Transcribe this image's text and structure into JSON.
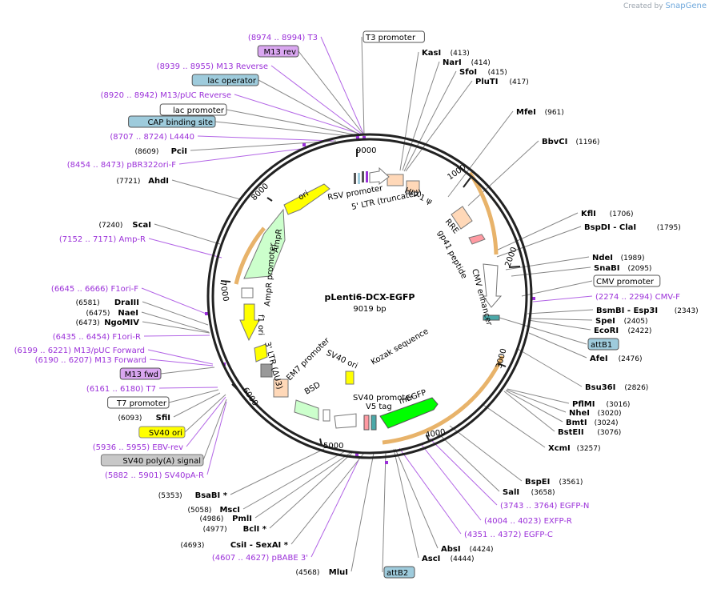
{
  "branding": {
    "created_by": "Created by",
    "app_name": "SnapGene"
  },
  "plasmid": {
    "name": "pLenti6-DCX-EGFP",
    "size": "9019 bp"
  },
  "ticks": [
    "1000",
    "2000",
    "3000",
    "4000",
    "5000",
    "6000",
    "7000",
    "8000",
    "9000"
  ],
  "site_labels": [
    {
      "text": "KasI",
      "num": "(413)",
      "kind": "enzyme",
      "cut": true
    },
    {
      "text": "NarI",
      "num": "(414)",
      "kind": "enzyme",
      "cut": true
    },
    {
      "text": "SfoI",
      "num": "(415)",
      "kind": "enzyme",
      "cut": true
    },
    {
      "text": "PluTI",
      "num": "(417)",
      "kind": "enzyme",
      "cut": true
    },
    {
      "text": "MfeI",
      "num": "(961)",
      "kind": "enzyme",
      "cut": true
    },
    {
      "text": "BbvCI",
      "num": "(1196)",
      "kind": "enzyme",
      "cut": true
    },
    {
      "text": "KflI",
      "num": "(1706)",
      "kind": "enzyme",
      "cut": true
    },
    {
      "text": "BspDI - ClaI",
      "num": "(1795)",
      "kind": "enzyme",
      "cut": true
    },
    {
      "text": "NdeI",
      "num": "(1989)",
      "kind": "enzyme",
      "cut": true
    },
    {
      "text": "SnaBI",
      "num": "(2095)",
      "kind": "enzyme",
      "cut": true
    },
    {
      "text": "CMV promoter",
      "num": "",
      "kind": "feat-white",
      "cut": false
    },
    {
      "text": "CMV-F",
      "num": "(2274 .. 2294)",
      "kind": "primer",
      "cut": false
    },
    {
      "text": "BsmBI - Esp3I",
      "num": "(2343)",
      "kind": "enzyme",
      "cut": true
    },
    {
      "text": "SpeI",
      "num": "(2405)",
      "kind": "enzyme",
      "cut": true
    },
    {
      "text": "EcoRI",
      "num": "(2422)",
      "kind": "enzyme",
      "cut": true
    },
    {
      "text": "attB1",
      "num": "",
      "kind": "feat-blue",
      "cut": false
    },
    {
      "text": "AfeI",
      "num": "(2476)",
      "kind": "enzyme",
      "cut": true
    },
    {
      "text": "Bsu36I",
      "num": "(2826)",
      "kind": "enzyme",
      "cut": true
    },
    {
      "text": "PflMI",
      "num": "(3016)",
      "kind": "enzyme",
      "cut": true
    },
    {
      "text": "NheI",
      "num": "(3020)",
      "kind": "enzyme",
      "cut": true
    },
    {
      "text": "BmtI",
      "num": "(3024)",
      "kind": "enzyme",
      "cut": true
    },
    {
      "text": "BstEII",
      "num": "(3076)",
      "kind": "enzyme",
      "cut": true
    },
    {
      "text": "XcmI",
      "num": "(3257)",
      "kind": "enzyme",
      "cut": true
    },
    {
      "text": "BspEI",
      "num": "(3561)",
      "kind": "enzyme",
      "cut": true
    },
    {
      "text": "SalI",
      "num": "(3658)",
      "kind": "enzyme",
      "cut": true
    },
    {
      "text": "EGFP-N",
      "num": "(3743 .. 3764)",
      "kind": "primer",
      "cut": false
    },
    {
      "text": "EXFP-R",
      "num": "(4004 .. 4023)",
      "kind": "primer",
      "cut": false
    },
    {
      "text": "EGFP-C",
      "num": "(4351 .. 4372)",
      "kind": "primer",
      "cut": false
    },
    {
      "text": "AbsI",
      "num": "(4424)",
      "kind": "enzyme",
      "cut": true
    },
    {
      "text": "AscI",
      "num": "(4444)",
      "kind": "enzyme",
      "cut": true
    },
    {
      "text": "attB2",
      "num": "",
      "kind": "feat-blue",
      "cut": false
    },
    {
      "text": "MluI",
      "num": "(4568)",
      "kind": "enzyme",
      "cut": true
    },
    {
      "text": "pBABE 3'",
      "num": "(4607 .. 4627)",
      "kind": "primer",
      "cut": false
    },
    {
      "text": "CsiI - SexAI *",
      "num": "(4693)",
      "kind": "enzyme",
      "cut": true
    },
    {
      "text": "BclI *",
      "num": "(4977)",
      "kind": "enzyme",
      "cut": true
    },
    {
      "text": "PmlI",
      "num": "(4986)",
      "kind": "enzyme",
      "cut": true
    },
    {
      "text": "MscI",
      "num": "(5058)",
      "kind": "enzyme",
      "cut": true
    },
    {
      "text": "BsaBI *",
      "num": "(5353)",
      "kind": "enzyme",
      "cut": true
    },
    {
      "text": "SV40pA-R",
      "num": "(5882 .. 5901)",
      "kind": "primer",
      "cut": false
    },
    {
      "text": "SV40 poly(A) signal",
      "num": "",
      "kind": "feat-gray",
      "cut": false
    },
    {
      "text": "EBV-rev",
      "num": "(5936 .. 5955)",
      "kind": "primer",
      "cut": false
    },
    {
      "text": "SV40 ori",
      "num": "",
      "kind": "feat-yellow",
      "cut": false
    },
    {
      "text": "SfiI",
      "num": "(6093)",
      "kind": "enzyme",
      "cut": true
    },
    {
      "text": "T7 promoter",
      "num": "",
      "kind": "feat-white",
      "cut": false
    },
    {
      "text": "T7",
      "num": "(6161 .. 6180)",
      "kind": "primer",
      "cut": false
    },
    {
      "text": "M13 fwd",
      "num": "",
      "kind": "feat-purple",
      "cut": false
    },
    {
      "text": "M13 Forward",
      "num": "(6190 .. 6207)",
      "kind": "primer",
      "cut": false
    },
    {
      "text": "M13/pUC Forward",
      "num": "(6199 .. 6221)",
      "kind": "primer",
      "cut": false
    },
    {
      "text": "F1ori-R",
      "num": "(6435 .. 6454)",
      "kind": "primer",
      "cut": false
    },
    {
      "text": "NgoMIV",
      "num": "(6473)",
      "kind": "enzyme",
      "cut": true
    },
    {
      "text": "NaeI",
      "num": "(6475)",
      "kind": "enzyme",
      "cut": true
    },
    {
      "text": "DraIII",
      "num": "(6581)",
      "kind": "enzyme",
      "cut": true
    },
    {
      "text": "F1ori-F",
      "num": "(6645 .. 6666)",
      "kind": "primer",
      "cut": false
    },
    {
      "text": "Amp-R",
      "num": "(7152 .. 7171)",
      "kind": "primer",
      "cut": false
    },
    {
      "text": "ScaI",
      "num": "(7240)",
      "kind": "enzyme",
      "cut": true
    },
    {
      "text": "AhdI",
      "num": "(7721)",
      "kind": "enzyme",
      "cut": true
    },
    {
      "text": "pBR322ori-F",
      "num": "(8454 .. 8473)",
      "kind": "primer",
      "cut": false
    },
    {
      "text": "PciI",
      "num": "(8609)",
      "kind": "enzyme",
      "cut": true
    },
    {
      "text": "L4440",
      "num": "(8707 .. 8724)",
      "kind": "primer",
      "cut": false
    },
    {
      "text": "CAP binding site",
      "num": "",
      "kind": "feat-blue",
      "cut": false
    },
    {
      "text": "lac promoter",
      "num": "",
      "kind": "feat-white",
      "cut": false
    },
    {
      "text": "M13/pUC Reverse",
      "num": "(8920 .. 8942)",
      "kind": "primer",
      "cut": false
    },
    {
      "text": "lac operator",
      "num": "",
      "kind": "feat-blue",
      "cut": false
    },
    {
      "text": "M13 Reverse",
      "num": "(8939 .. 8955)",
      "kind": "primer",
      "cut": false
    },
    {
      "text": "M13 rev",
      "num": "",
      "kind": "feat-purple",
      "cut": false
    },
    {
      "text": "T3",
      "num": "(8974 .. 8994)",
      "kind": "primer",
      "cut": false
    },
    {
      "text": "T3 promoter",
      "num": "",
      "kind": "feat-white",
      "cut": false
    }
  ],
  "feature_labels": [
    "RSV promoter",
    "5' LTR (truncated)",
    "HIV-1 ψ",
    "RRE",
    "gp41 peptide",
    "CMV enhancer",
    "Kozak sequence",
    "mEGFP",
    "V5 tag",
    "SV40 promoter",
    "BSD",
    "EM7 promoter",
    "SV40 ori",
    "3' LTR (ΔU3)",
    "f1 ori",
    "AmpR promoter",
    "AmpR",
    "ori"
  ],
  "colors": {
    "enzyme": "#000000",
    "primer": "#9b30d9",
    "backbone": "#222222",
    "arc": "#e8b36a",
    "feat_blue": "#9ecbdc",
    "feat_purple": "#d9a6f0",
    "feat_yellow": "#ffff00",
    "feat_gray": "#c8c8c8",
    "amp": "#ccffcc",
    "ori": "#ffff00",
    "promoter": "#ffffff",
    "ltr": "#ffd8b8",
    "egfp": "#00ff00",
    "tag": "#ff9aa2"
  }
}
